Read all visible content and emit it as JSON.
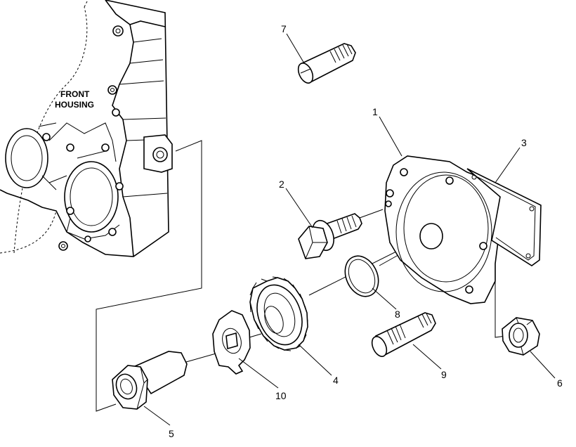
{
  "housing_label_line1": "FRONT",
  "housing_label_line2": "HOUSING",
  "callouts": {
    "c1": "1",
    "c2": "2",
    "c3": "3",
    "c4": "4",
    "c5": "5",
    "c6": "6",
    "c7": "7",
    "c8": "8",
    "c9": "9",
    "c10": "10"
  }
}
